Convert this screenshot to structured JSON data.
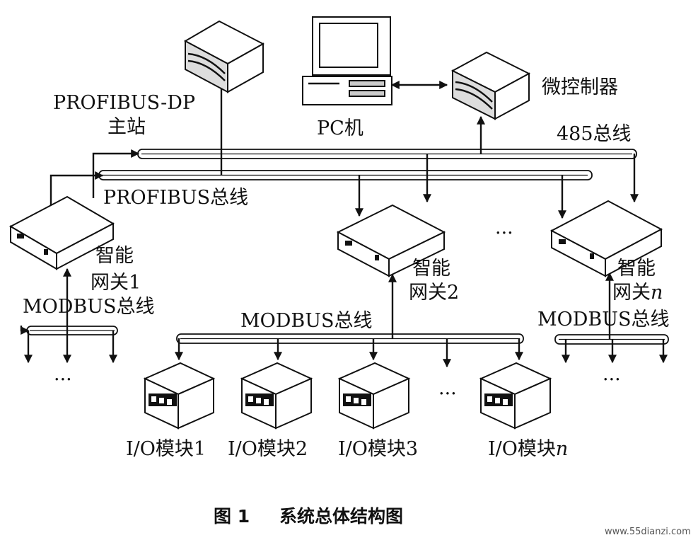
{
  "labels": {
    "master_line1": "PROFIBUS-DP",
    "master_line2": "主站",
    "pc": "PC机",
    "microcontroller": "微控制器",
    "bus485": "485总线",
    "profibus_bus": "PROFIBUS总线",
    "gateway1_line1": "智能",
    "gateway1_line2": "网关1",
    "gateway2_line1": "智能",
    "gateway2_line2": "网关2",
    "gatewayn_line1": "智能",
    "gatewayn_line2_prefix": "网关",
    "gatewayn_line2_n": "n",
    "modbus1": "MODBUS总线",
    "modbus2": "MODBUS总线",
    "modbusn": "MODBUS总线",
    "io1": "I/O模块1",
    "io2": "I/O模块2",
    "io3": "I/O模块3",
    "ion_prefix": "I/O模块",
    "ion_n": "n",
    "ellipsis_gateways": "···",
    "ellipsis_left": "···",
    "ellipsis_modules": "···",
    "ellipsis_right": "···"
  },
  "caption": {
    "figure_no": "图 1",
    "title": "系统总体结构图"
  },
  "watermark": "www.55dianzi.com"
}
